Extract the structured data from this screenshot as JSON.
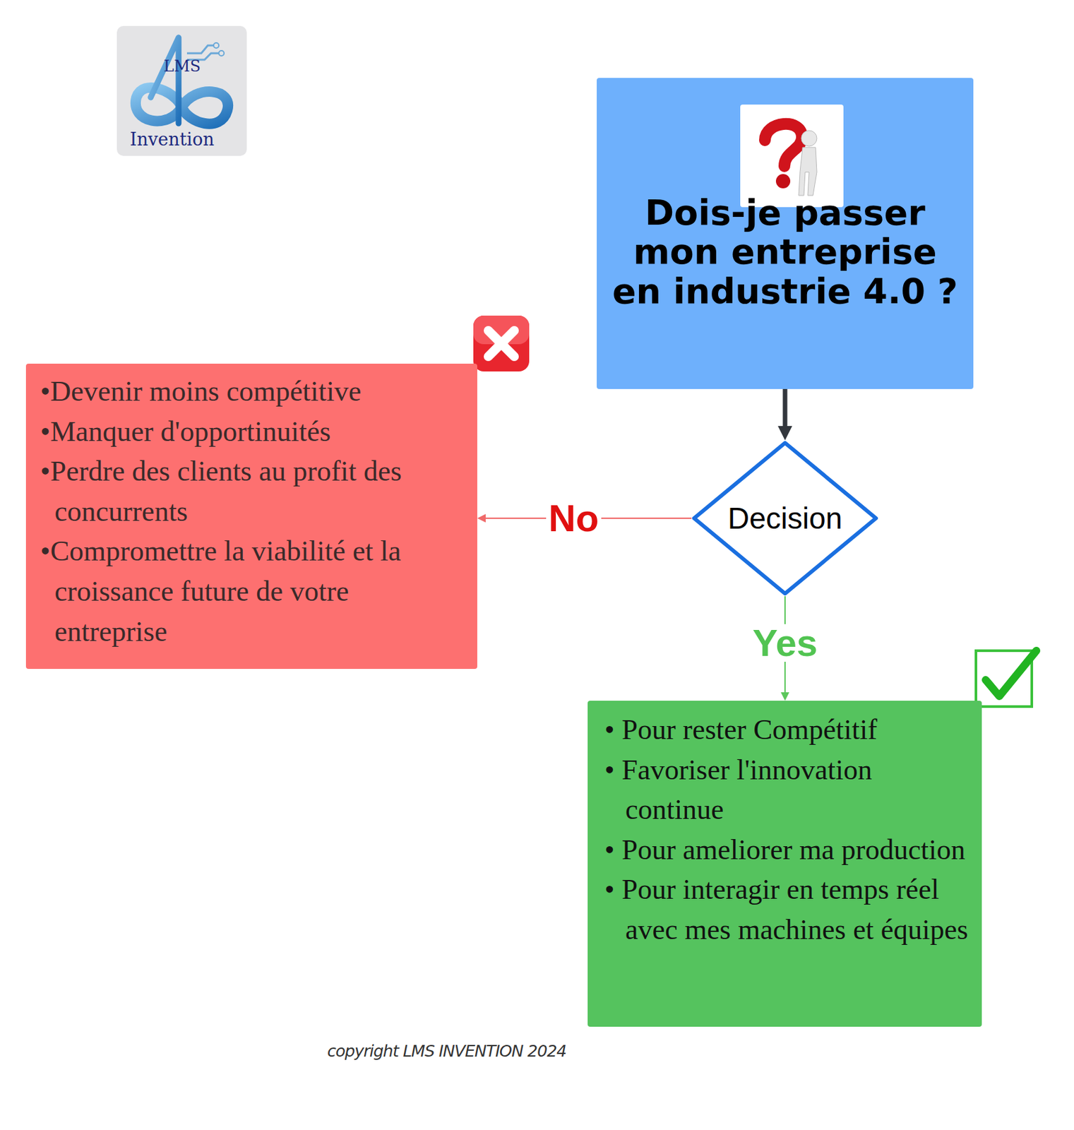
{
  "diagram": {
    "nodes": [
      {
        "text": [
          "Dois-je passer mon entreprise en industrie 4.0 ?"
        ]
      },
      {
        "text": [
          "Decision"
        ]
      },
      {
        "text": [
          "•Devenir moins compétitive",
          "•Manquer d'opportinuités",
          "•Perdre des clients au profit des concurrents",
          "•Compromettre la viabilité et la croissance future de votre entreprise"
        ]
      },
      {
        "text": [
          "• Pour rester Compétitif",
          "• Favoriser l'innovation continue",
          "• Pour ameliorer ma production",
          "• Pour interagir en temps réel avec mes machines et équipes"
        ]
      }
    ],
    "edges": [
      {
        "from": 0,
        "to": 1,
        "arrow": "to"
      },
      {
        "from": 1,
        "to": 2,
        "arrow": "to",
        "label": "No"
      },
      {
        "from": 1,
        "to": 3,
        "arrow": "to",
        "label": "Yes"
      }
    ],
    "labels": [
      "LMS",
      "Invention",
      "copyright LMS INVENTION 2024"
    ]
  }
}
